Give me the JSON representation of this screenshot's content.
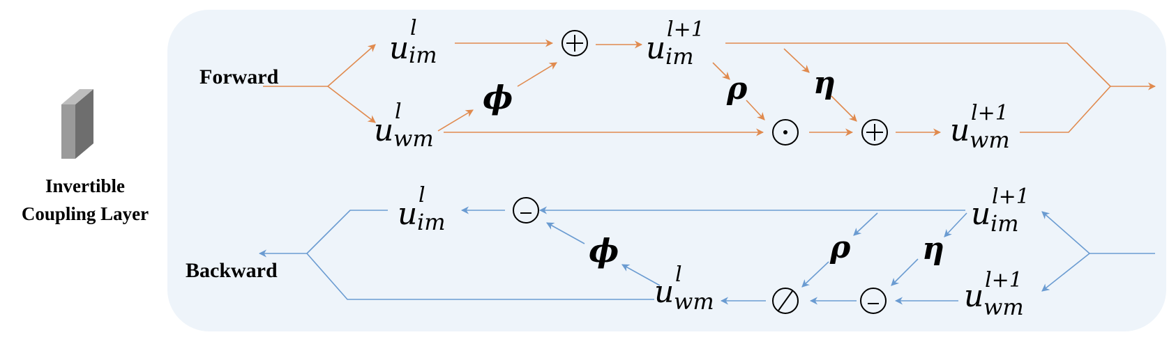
{
  "legend": {
    "label_line1": "Invertible",
    "label_line2": "Coupling Layer"
  },
  "forward": {
    "label": "Forward",
    "color": "#E08A4E",
    "nodes": {
      "u_im_l": {
        "base": "u",
        "sup": "l",
        "sub": "im"
      },
      "u_wm_l": {
        "base": "u",
        "sup": "l",
        "sub": "wm"
      },
      "u_im_l1": {
        "base": "u",
        "sup": "l+1",
        "sub": "im"
      },
      "u_wm_l1": {
        "base": "u",
        "sup": "l+1",
        "sub": "wm"
      },
      "phi": "ϕ",
      "rho": "ρ",
      "eta": "η",
      "plus1": "+",
      "odot": "⊙",
      "plus2": "+"
    }
  },
  "backward": {
    "label": "Backward",
    "color": "#6A9BD1",
    "nodes": {
      "u_im_l": {
        "base": "u",
        "sup": "l",
        "sub": "im"
      },
      "u_wm_l": {
        "base": "u",
        "sup": "l",
        "sub": "wm"
      },
      "u_im_l1": {
        "base": "u",
        "sup": "l+1",
        "sub": "im"
      },
      "u_wm_l1": {
        "base": "u",
        "sup": "l+1",
        "sub": "wm"
      },
      "phi": "ϕ",
      "rho": "ρ",
      "eta": "η",
      "minus1": "-",
      "minus2": "-",
      "divide": "⁄"
    }
  },
  "colors": {
    "panel": "#EEF4FA",
    "text": "#000000"
  }
}
